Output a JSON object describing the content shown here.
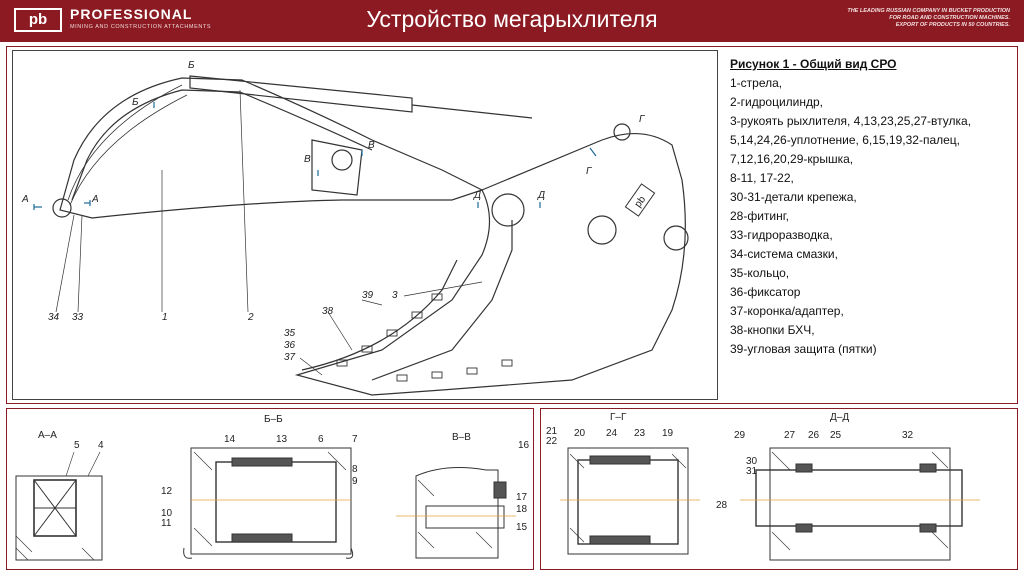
{
  "header": {
    "logo_text": "pb",
    "brand": "PROFESSIONAL",
    "brand_sub": "MINING AND CONSTRUCTION ATTACHMENTS",
    "title": "Устройство мегарыхлителя",
    "tagline": [
      "THE LEADING RUSSIAN COMPANY IN BUCKET PRODUCTION",
      "FOR ROAD AND CONSTRUCTION MACHINES.",
      "EXPORT OF PRODUCTS IN 50 COUNTRIES."
    ]
  },
  "legend": {
    "title": "Рисунок 1 - Общий вид СРО",
    "items": [
      "1-стрела,",
      "2-гидроцилиндр,",
      "3-рукоять рыхлителя, 4,13,23,25,27-втулка,",
      "5,14,24,26-уплотнение, 6,15,19,32-палец,",
      "7,12,16,20,29-крышка,",
      "8-11, 17-22,",
      "30-31-детали крепежа,",
      "28-фитинг,",
      "33-гидроразводка,",
      "34-система смазки,",
      "35-кольцо,",
      "36-фиксатор",
      "37-коронка/адаптер,",
      "38-кнопки БХЧ,",
      "39-угловая защита (пятки)"
    ]
  },
  "main_labels": {
    "a_left": "А",
    "a_right": "А",
    "b_top": "Б",
    "b_mid": "Б",
    "v_left": "В",
    "v_right": "В",
    "g_top": "Г",
    "g_bottom": "Г",
    "d_left": "Д",
    "d_right": "Д",
    "n34": "34",
    "n33": "33",
    "n1": "1",
    "n2": "2",
    "n39": "39",
    "n3": "3",
    "n38": "38",
    "n35": "35",
    "n36": "36",
    "n37": "37",
    "bucket_logo": "pb"
  },
  "sections": {
    "aa": {
      "title": "А–А",
      "n5": "5",
      "n4": "4"
    },
    "bb": {
      "title": "Б–Б",
      "n14": "14",
      "n13": "13",
      "n6": "6",
      "n7": "7",
      "n8": "8",
      "n9": "9",
      "n12": "12",
      "n10": "10",
      "n11": "11"
    },
    "vv": {
      "title": "В–В",
      "n16": "16",
      "n17": "17",
      "n18": "18",
      "n15": "15"
    },
    "gg": {
      "title": "Г–Г",
      "n21": "21",
      "n22": "22",
      "n20": "20",
      "n24": "24",
      "n23": "23",
      "n19": "19"
    },
    "dd": {
      "title": "Д–Д",
      "n29": "29",
      "n27": "27",
      "n26": "26",
      "n25": "25",
      "n32": "32",
      "n30": "30",
      "n31": "31",
      "n28": "28"
    }
  }
}
